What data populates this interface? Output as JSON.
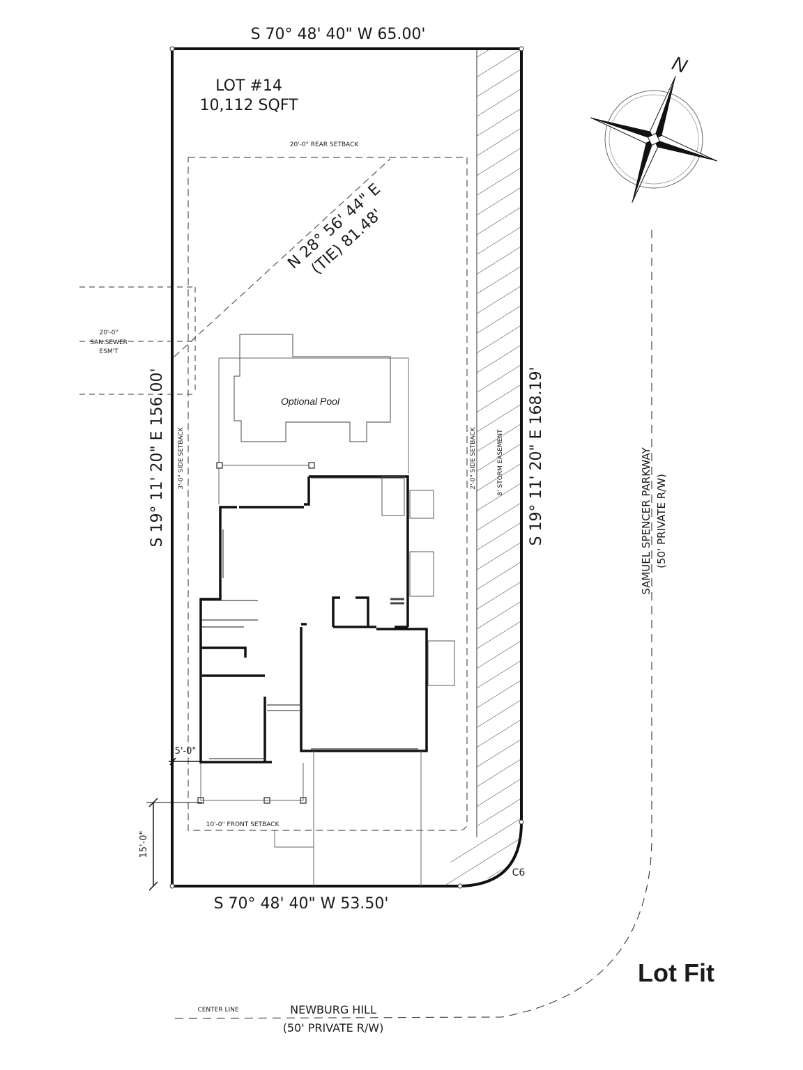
{
  "lot": {
    "number": "LOT #14",
    "area": "10,112 SQFT"
  },
  "boundaries": {
    "north": "S 70° 48' 40\" W  65.00'",
    "south": "S 70° 48' 40\" W  53.50'",
    "west": "S 19° 11' 20\" E  156.00'",
    "east": "S 19° 11' 20\" E  168.19'",
    "tie_bearing": "N 28° 56' 44\" E",
    "tie_distance": "(TIE) 81.48'",
    "curve": "C6"
  },
  "setbacks": {
    "rear": "20'-0\" REAR SETBACK",
    "front": "10'-0\" FRONT SETBACK",
    "side_left": "3'-0\" SIDE SETBACK",
    "side_right": "2'-0\" SIDE SETBACK",
    "storm": "8' STORM EASEMENT",
    "front_dim": "15'-0\"",
    "porch_dim": "5'-0\""
  },
  "easement": {
    "width": "20'-0\"",
    "line1": "SAN.SEWER",
    "line2": "ESM'T"
  },
  "pool": {
    "label": "Optional Pool"
  },
  "roads": {
    "east_name": "SAMUEL SPENCER PARKWAY",
    "east_row": "(50' PRIVATE R/W)",
    "south_name": "NEWBURG HILL",
    "south_row": "(50' PRIVATE R/W)",
    "center_line": "CENTER LINE"
  },
  "compass": {
    "north": "N"
  },
  "title": "Lot Fit"
}
